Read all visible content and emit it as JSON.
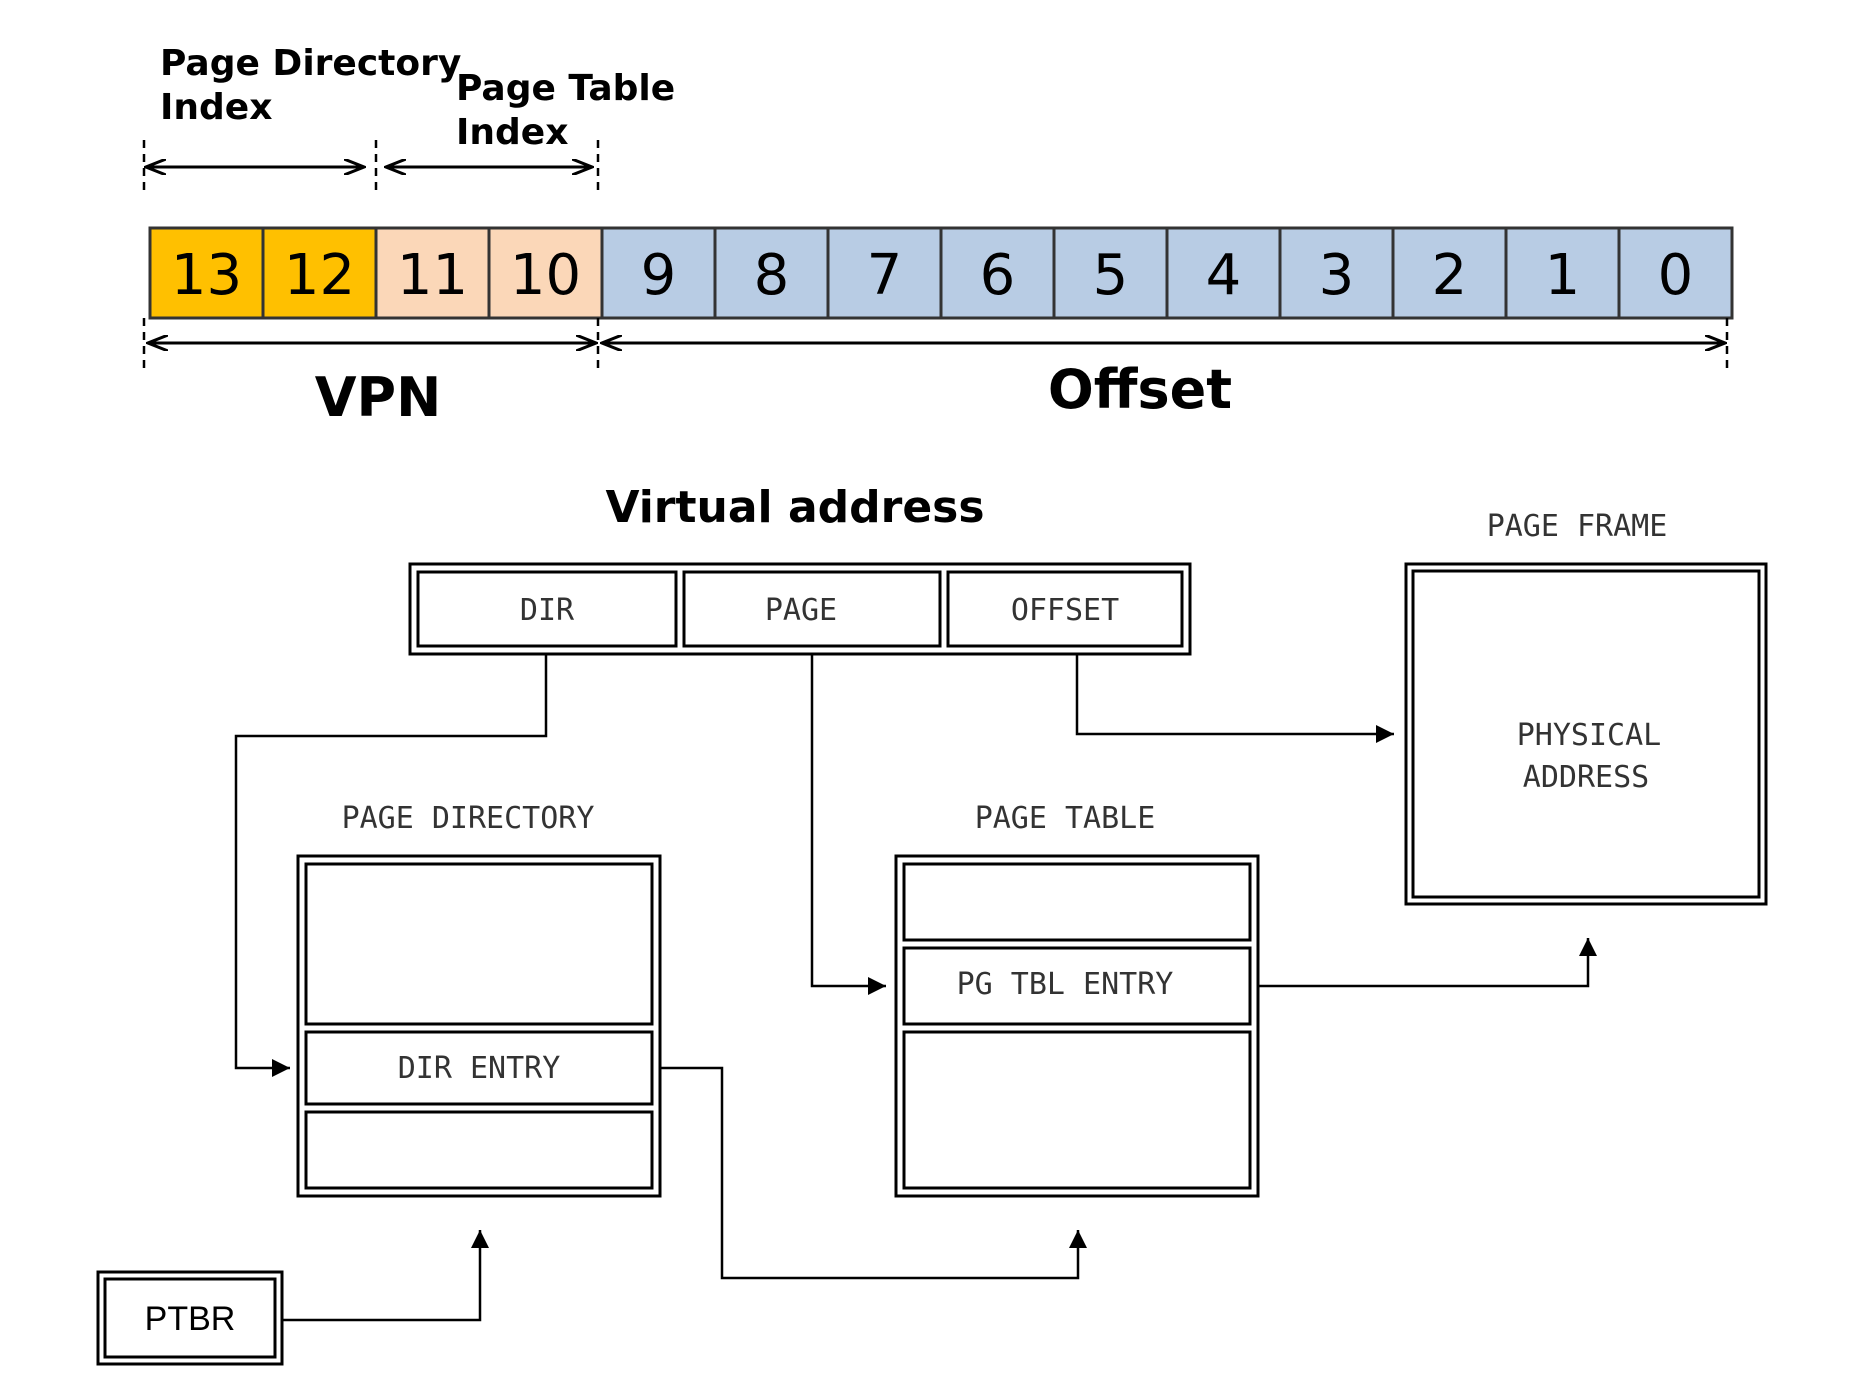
{
  "bit_layout": {
    "page_directory_index_label": [
      "Page Directory",
      "Index"
    ],
    "page_table_index_label": [
      "Page Table",
      "Index"
    ],
    "vpn_label": "VPN",
    "offset_label": "Offset",
    "bits": [
      {
        "label": "13",
        "field": "page_directory_index"
      },
      {
        "label": "12",
        "field": "page_directory_index"
      },
      {
        "label": "11",
        "field": "page_table_index"
      },
      {
        "label": "10",
        "field": "page_table_index"
      },
      {
        "label": "9",
        "field": "offset"
      },
      {
        "label": "8",
        "field": "offset"
      },
      {
        "label": "7",
        "field": "offset"
      },
      {
        "label": "6",
        "field": "offset"
      },
      {
        "label": "5",
        "field": "offset"
      },
      {
        "label": "4",
        "field": "offset"
      },
      {
        "label": "3",
        "field": "offset"
      },
      {
        "label": "2",
        "field": "offset"
      },
      {
        "label": "1",
        "field": "offset"
      },
      {
        "label": "0",
        "field": "offset"
      }
    ],
    "colors": {
      "page_directory_index": "#ffc000",
      "page_table_index": "#fbd7b8",
      "offset": "#b8cce4"
    }
  },
  "translation_diagram": {
    "virtual_address_title": "Virtual address",
    "virtual_address_fields": [
      "DIR",
      "PAGE",
      "OFFSET"
    ],
    "page_directory_title": "PAGE DIRECTORY",
    "dir_entry_label": "DIR ENTRY",
    "page_table_title": "PAGE TABLE",
    "pg_tbl_entry_label": "PG TBL ENTRY",
    "page_frame_title": "PAGE FRAME",
    "physical_address_label": [
      "PHYSICAL",
      "ADDRESS"
    ],
    "ptbr_label": "PTBR"
  }
}
